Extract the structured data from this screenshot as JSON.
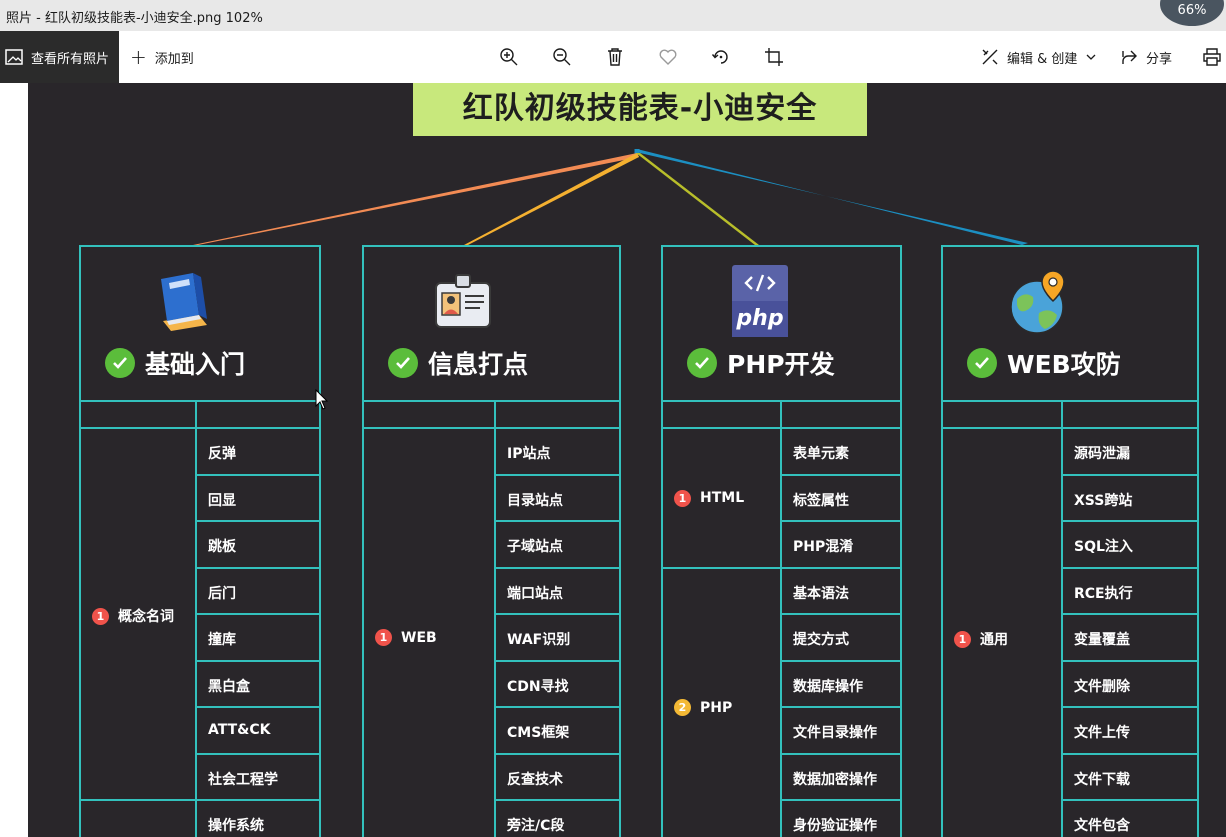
{
  "window": {
    "title": "照片 - 红队初级技能表-小迪安全.png   102%",
    "zoom_badge": "66%"
  },
  "toolbar": {
    "view_all": "查看所有照片",
    "add_to": "添加到",
    "icons": [
      "zoom-in-icon",
      "zoom-out-icon",
      "delete-icon",
      "heart-icon",
      "rotate-icon",
      "crop-icon"
    ],
    "edit_create": "编辑 & 创建",
    "share": "分享"
  },
  "image": {
    "banner": "红队初级技能表-小迪安全",
    "colors": {
      "background": "#29262a",
      "banner": "#c8e87c",
      "border": "#33c1bd",
      "check": "#5bbd3b",
      "badge1": "#f0534b",
      "badge2": "#f4b935"
    },
    "cards": [
      {
        "title": "基础入门",
        "groups": [
          {
            "num": "1",
            "label": "概念名词"
          }
        ],
        "items": [
          "反弹",
          "回显",
          "跳板",
          "后门",
          "撞库",
          "黑白盒",
          "ATT&CK",
          "社会工程学",
          "操作系统"
        ]
      },
      {
        "title": "信息打点",
        "groups": [
          {
            "num": "1",
            "label": "WEB"
          }
        ],
        "items": [
          "IP站点",
          "目录站点",
          "子域站点",
          "端口站点",
          "WAF识别",
          "CDN寻找",
          "CMS框架",
          "反查技术",
          "旁注/C段"
        ]
      },
      {
        "title": "PHP开发",
        "groups": [
          {
            "num": "1",
            "label": "HTML"
          },
          {
            "num": "2",
            "label": "PHP"
          }
        ],
        "items": [
          "表单元素",
          "标签属性",
          "PHP混淆",
          "基本语法",
          "提交方式",
          "数据库操作",
          "文件目录操作",
          "数据加密操作",
          "身份验证操作"
        ]
      },
      {
        "title": "WEB攻防",
        "groups": [
          {
            "num": "1",
            "label": "通用"
          }
        ],
        "items": [
          "源码泄漏",
          "XSS跨站",
          "SQL注入",
          "RCE执行",
          "变量覆盖",
          "文件删除",
          "文件上传",
          "文件下载",
          "文件包含"
        ]
      }
    ]
  }
}
